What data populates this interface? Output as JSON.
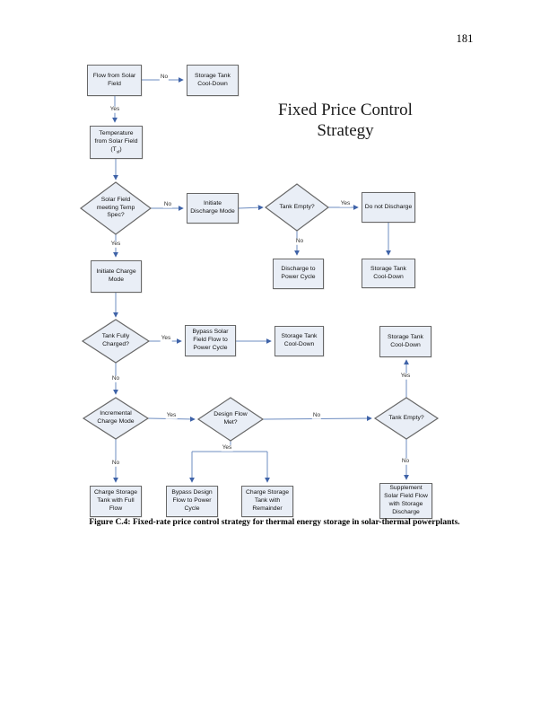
{
  "page": {
    "number": "181"
  },
  "title": {
    "line1": "Fixed Price Control",
    "line2": "Strategy"
  },
  "caption": {
    "text": "Figure C.4: Fixed-rate price control strategy for thermal energy storage in solar-thermal powerplants."
  },
  "labels": {
    "yes": "Yes",
    "no": "No"
  },
  "colors": {
    "node_fill": "#e9eef6",
    "node_border": "#686868",
    "connector_line": "#6d8cc0",
    "arrowhead": "#3f63a8",
    "text": "#111111"
  },
  "nodes": {
    "flow_from_solar_field": "Flow from Solar Field",
    "storage_tank_cooldown_1": "Storage Tank Cool-Down",
    "temperature_main": "Temperature from Solar Field",
    "temperature_sym_pre": "(T",
    "temperature_sym_sub": "sf",
    "temperature_sym_post": ")",
    "solar_field_meeting_temp_spec": "Solar Field meeting Temp Spec?",
    "initiate_discharge_mode": "Initiate Discharge Mode",
    "tank_empty_1": "Tank Empty?",
    "do_not_discharge": "Do not Discharge",
    "initiate_charge_mode": "Initiate Charge Mode",
    "discharge_to_power_cycle": "Discharge to Power Cycle",
    "storage_tank_cooldown_2": "Storage Tank Cool-Down",
    "tank_fully_charged": "Tank Fully Charged?",
    "bypass_solar_field_flow": "Bypass Solar Field Flow to Power Cycle",
    "storage_tank_cooldown_3": "Storage Tank Cool-Down",
    "storage_tank_cooldown_4": "Storage Tank Cool-Down",
    "incremental_charge_mode": "Incremental Charge Mode",
    "design_flow_met": "Design Flow Met?",
    "tank_empty_2": "Tank Empty?",
    "charge_storage_tank_full_flow": "Charge Storage Tank with Full Flow",
    "bypass_design_flow": "Bypass Design Flow to Power Cycle",
    "charge_storage_tank_remainder": "Charge Storage Tank with Remainder",
    "supplement_solar_field_flow": "Supplement Solar Field Flow with Storage Discharge"
  }
}
